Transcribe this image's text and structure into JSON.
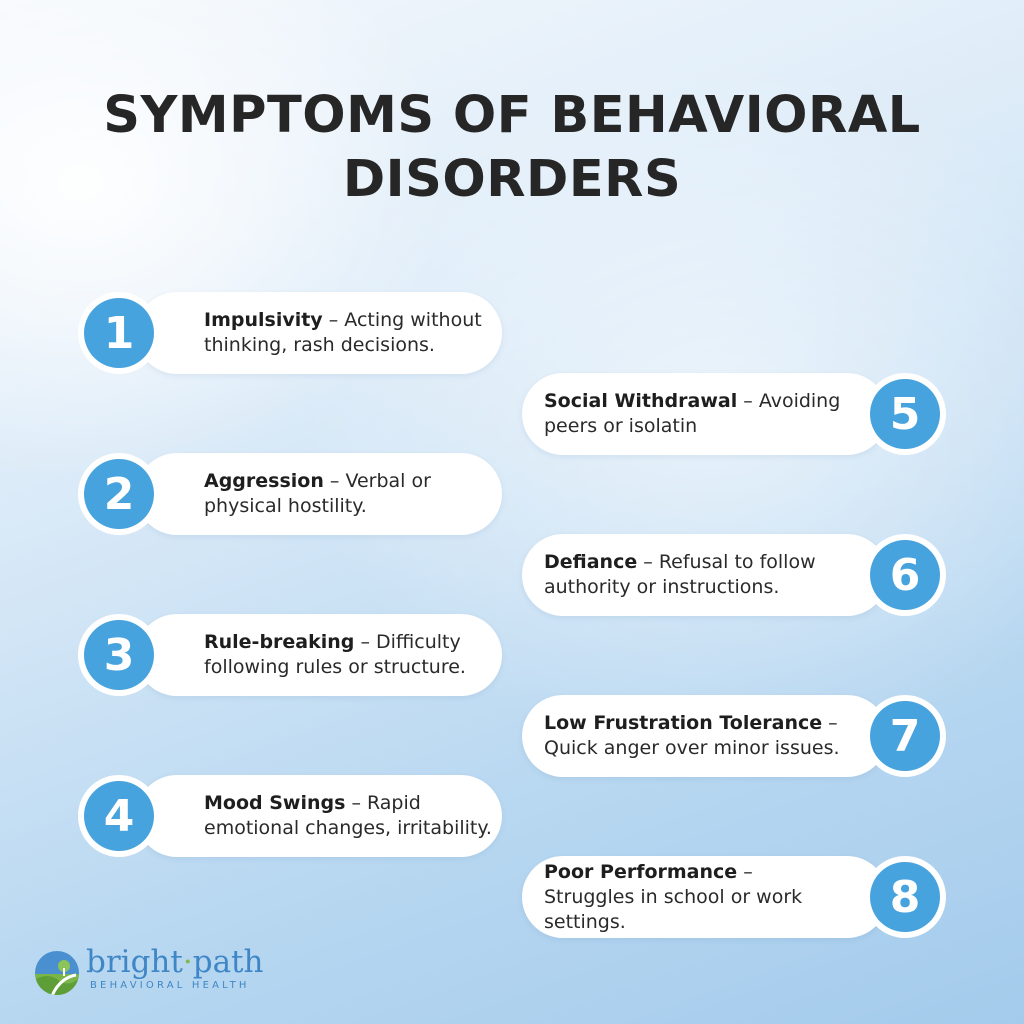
{
  "title": {
    "line1": "SYMPTOMS OF BEHAVIORAL",
    "line2": "DISORDERS"
  },
  "items": [
    {
      "number": "1",
      "term": "Impulsivity",
      "desc": " – Acting without thinking, rash decisions."
    },
    {
      "number": "2",
      "term": "Aggression",
      "desc": " – Verbal or physical hostility."
    },
    {
      "number": "3",
      "term": "Rule-breaking",
      "desc": " – Difficulty following rules or structure."
    },
    {
      "number": "4",
      "term": "Mood Swings",
      "desc": " – Rapid emotional changes, irritability."
    },
    {
      "number": "5",
      "term": "Social Withdrawal",
      "desc": " – Avoiding peers or isolatin"
    },
    {
      "number": "6",
      "term": "Defiance",
      "desc": " – Refusal to follow authority or instructions."
    },
    {
      "number": "7",
      "term": "Low Frustration Tolerance",
      "desc": " – Quick anger over minor issues."
    },
    {
      "number": "8",
      "term": "Poor Performance",
      "desc": " – Struggles in school or work settings."
    }
  ],
  "logo": {
    "brand_a": "bright",
    "brand_dot": "·",
    "brand_b": "path",
    "tagline": "BEHAVIORAL HEALTH"
  },
  "colors": {
    "accent": "#47a3de",
    "brand_blue": "#3f86c6",
    "brand_green": "#7fb64a",
    "title": "#262626"
  }
}
